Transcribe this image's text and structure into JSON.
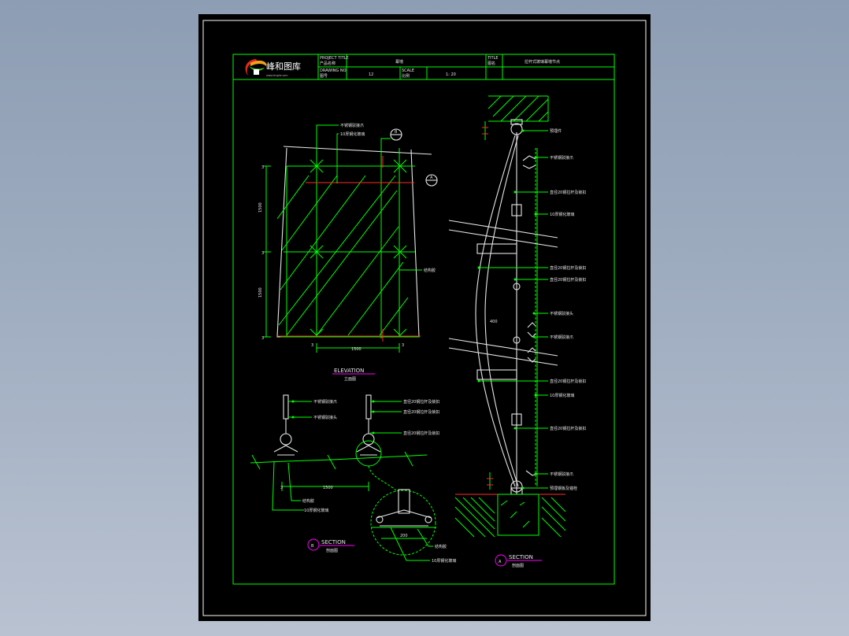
{
  "title_block": {
    "logo_text": "峰和图库",
    "logo_sub": "www.fenghe.com",
    "project_label_en": "PROJECT TITLE",
    "project_label_cn": "产品名称",
    "project_value": "幕墙",
    "drawing_no_label_en": "DRAWING NO.",
    "drawing_no_label_cn": "图号",
    "drawing_no_value": "12",
    "scale_label_en": "SCALE",
    "scale_label_cn": "比例",
    "scale_value": "1: 20",
    "title_label_en": "TITLE",
    "title_label_cn": "图名",
    "title_value": "拉杆式玻璃幕墙节点"
  },
  "views": {
    "elevation_en": "ELEVATION",
    "elevation_cn": "立面图",
    "section_b_mark": "B",
    "section_b_en": "SECTION",
    "section_b_cn": "剖面图",
    "section_a_mark": "A",
    "section_a_en": "SECTION",
    "section_a_cn": "剖面图"
  },
  "elevation_callouts": {
    "c1": "不锈钢驳接爪",
    "c2": "10厚钢化玻璃",
    "c3": "结构胶",
    "marker_top": "B",
    "marker_right": "A"
  },
  "elevation_dims": {
    "v1": "3",
    "v2": "1500",
    "v3": "3",
    "v4": "1500",
    "v5": "3",
    "h1": "3",
    "h2": "1500",
    "h3": "3"
  },
  "section_a_callouts": {
    "a1": "预埋件",
    "a2": "不锈钢驳接爪",
    "a3": "直径20钢拉杆及锁扣",
    "a4": "10厚钢化玻璃",
    "a5": "直径20钢拉杆及锁扣",
    "a6": "直径20钢拉杆及锁扣",
    "a7": "不锈钢驳接头",
    "a8": "不锈钢驳接爪",
    "a9": "直径20钢拉杆及锁扣",
    "a10": "10厚钢化玻璃",
    "a11": "直径20钢拉杆及锁扣",
    "a12": "不锈钢驳接爪",
    "a13": "预埋钢板及锚栓",
    "dim": "400"
  },
  "section_b_callouts": {
    "b1": "不锈钢驳接爪",
    "b2": "不锈钢驳接头",
    "b3": "直径20钢拉杆及锁扣",
    "b4": "直径20钢拉杆及锁扣",
    "b5": "直径20钢拉杆及锁扣",
    "b6": "结构胶",
    "b7": "10厚钢化玻璃",
    "b8": "结构胶",
    "b9": "10厚钢化玻璃",
    "dim1": "1500",
    "dim2": "3",
    "dim3": "200"
  }
}
